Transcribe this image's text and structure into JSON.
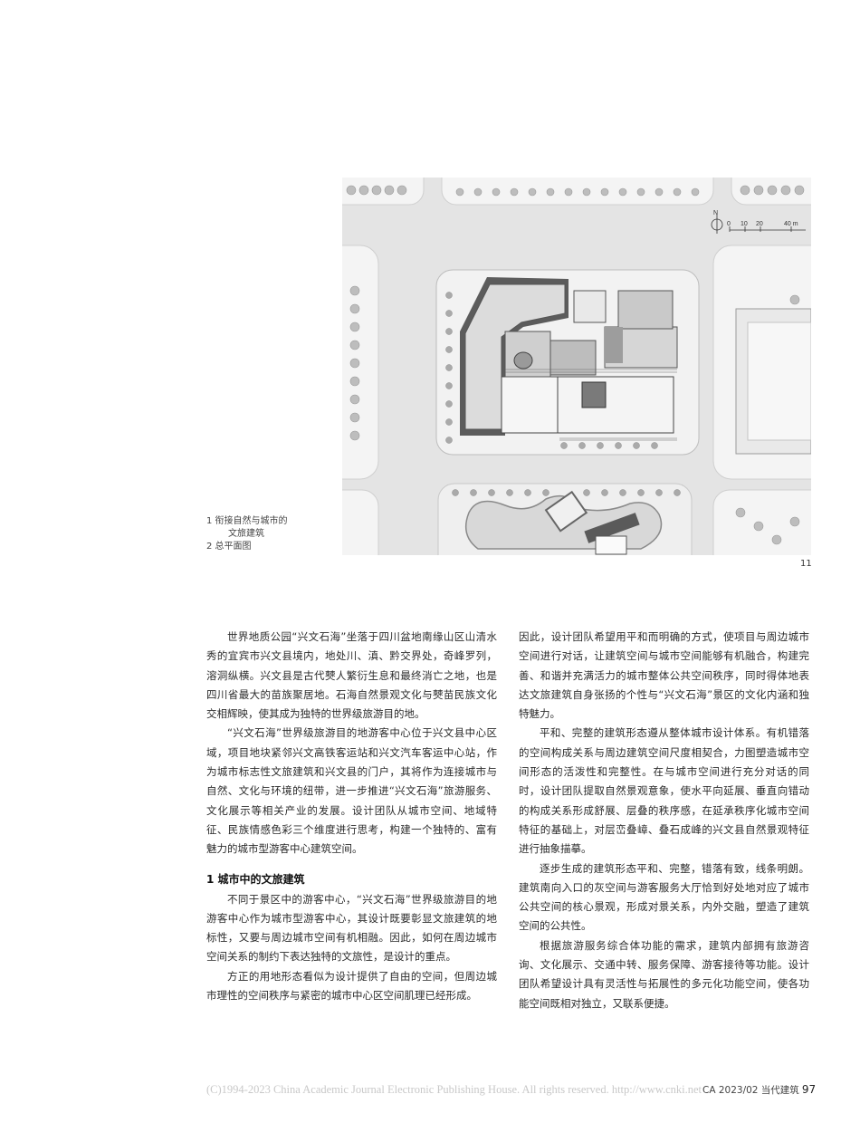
{
  "captions": {
    "line1": "1  衔接自然与城市的",
    "line2": "文旅建筑",
    "line3": "2  总平面图"
  },
  "figure": {
    "number": "11",
    "north_label": "N",
    "scale_labels": [
      "0",
      "10",
      "20",
      "40 m"
    ]
  },
  "body_left": {
    "p1": "世界地质公园“兴文石海”坐落于四川盆地南缘山区山清水秀的宜宾市兴文县境内，地处川、滇、黔交界处，奇峰罗列，溶洞纵横。兴文县是古代僰人繁衍生息和最终消亡之地，也是四川省最大的苗族聚居地。石海自然景观文化与僰苗民族文化交相辉映，使其成为独特的世界级旅游目的地。",
    "p2": "“兴文石海”世界级旅游目的地游客中心位于兴文县中心区域，项目地块紧邻兴文高铁客运站和兴文汽车客运中心站，作为城市标志性文旅建筑和兴文县的门户，其将作为连接城市与自然、文化与环境的纽带，进一步推进“兴文石海”旅游服务、文化展示等相关产业的发展。设计团队从城市空间、地域特征、民族情感色彩三个维度进行思考，构建一个独特的、富有魅力的城市型游客中心建筑空间。",
    "heading": "1  城市中的文旅建筑",
    "p3": "不同于景区中的游客中心，“兴文石海”世界级旅游目的地游客中心作为城市型游客中心，其设计既要彰显文旅建筑的地标性，又要与周边城市空间有机相融。因此，如何在周边城市空间关系的制约下表达独特的文旅性，是设计的重点。",
    "p4": "方正的用地形态看似为设计提供了自由的空间，但周边城市理性的空间秩序与紧密的城市中心区空间肌理已经形成。"
  },
  "body_right": {
    "p1": "因此，设计团队希望用平和而明确的方式，使项目与周边城市空间进行对话，让建筑空间与城市空间能够有机融合，构建完善、和谐并充满活力的城市整体公共空间秩序，同时得体地表达文旅建筑自身张扬的个性与“兴文石海”景区的文化内涵和独特魅力。",
    "p2": "平和、完整的建筑形态遵从整体城市设计体系。有机错落的空间构成关系与周边建筑空间尺度相契合，力图塑造城市空间形态的活泼性和完整性。在与城市空间进行充分对话的同时，设计团队提取自然景观意象，使水平向延展、垂直向错动的构成关系形成舒展、层叠的秩序感，在延承秩序化城市空间特征的基础上，对层峦叠嶂、叠石成峰的兴文县自然景观特征进行抽象描摹。",
    "p3": "逐步生成的建筑形态平和、完整，错落有致，线条明朗。建筑南向入口的灰空间与游客服务大厅恰到好处地对应了城市公共空间的核心景观，形成对景关系，内外交融，塑造了建筑空间的公共性。",
    "p4": "根据旅游服务综合体功能的需求，建筑内部拥有旅游咨询、文化展示、交通中转、服务保障、游客接待等功能。设计团队希望设计具有灵活性与拓展性的多元化功能空间，使各功能空间既相对独立，又联系便捷。"
  },
  "footer": {
    "copyright": "(C)1994-2023 China Academic Journal Electronic Publishing House. All rights reserved.    http://www.cnki.net",
    "journal": "CA  2023/02  当代建筑",
    "page": "97"
  }
}
